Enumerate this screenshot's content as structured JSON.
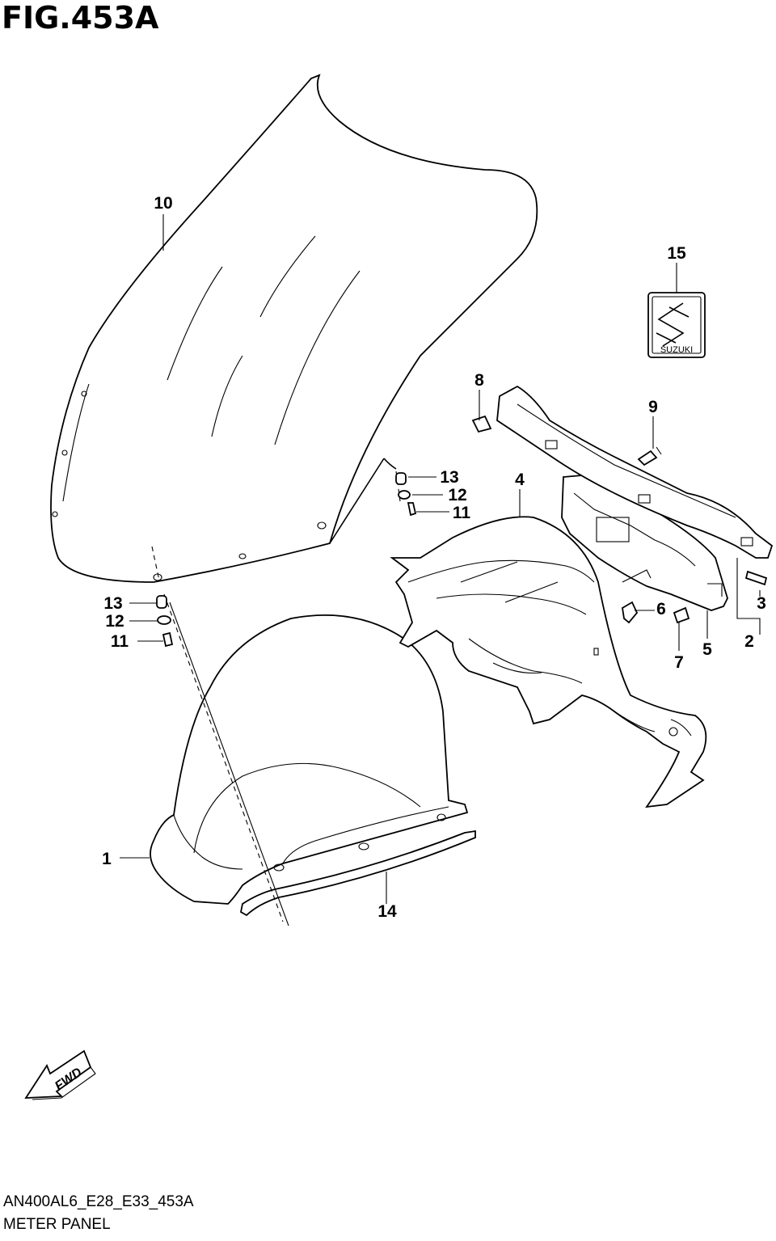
{
  "figure": {
    "title": "FIG.453A",
    "code": "AN400AL6_E28_E33_453A",
    "name": "METER PANEL",
    "fwd_label": "FWD",
    "logo_text": "SUZUKI"
  },
  "callouts": [
    {
      "id": "1"
    },
    {
      "id": "2"
    },
    {
      "id": "3"
    },
    {
      "id": "4"
    },
    {
      "id": "5"
    },
    {
      "id": "6"
    },
    {
      "id": "7"
    },
    {
      "id": "8"
    },
    {
      "id": "9"
    },
    {
      "id": "10"
    },
    {
      "id": "11"
    },
    {
      "id": "11"
    },
    {
      "id": "12"
    },
    {
      "id": "12"
    },
    {
      "id": "13"
    },
    {
      "id": "13"
    },
    {
      "id": "14"
    },
    {
      "id": "15"
    }
  ]
}
